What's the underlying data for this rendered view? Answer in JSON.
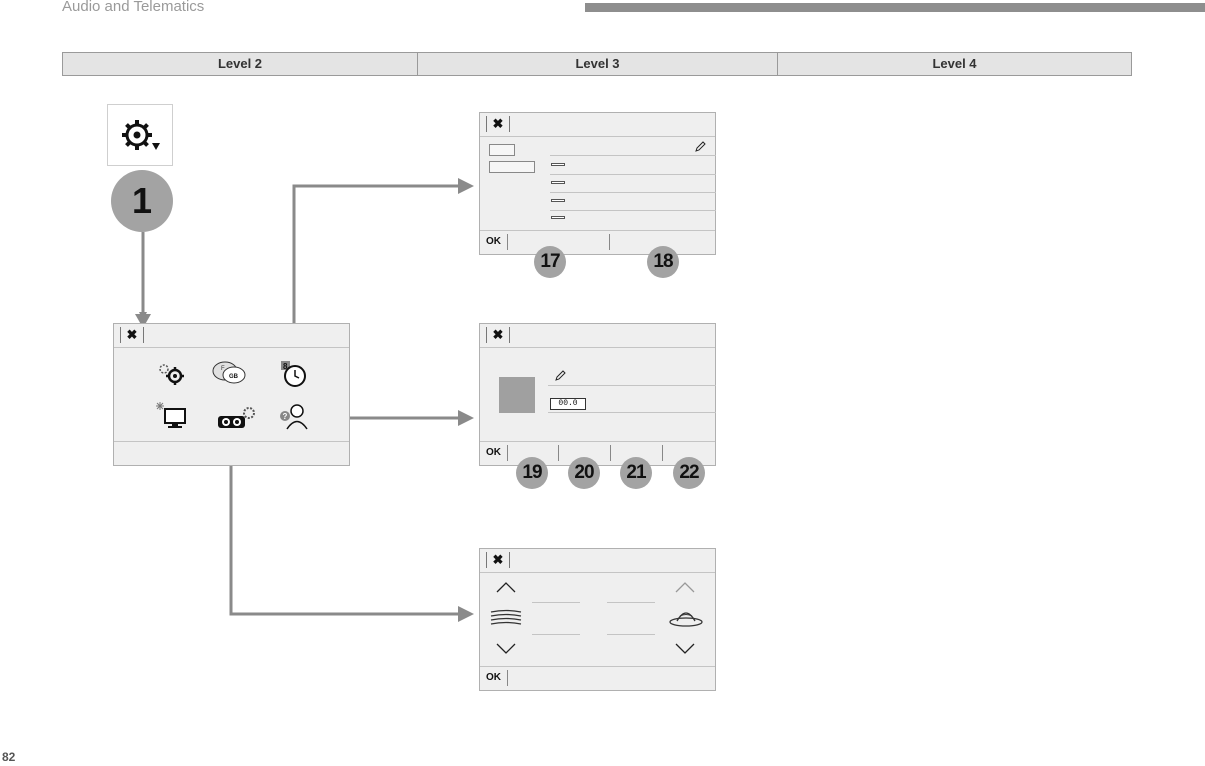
{
  "header": {
    "section_title": "Audio and Telematics"
  },
  "levels": [
    "Level 2",
    "Level 3",
    "Level 4"
  ],
  "step_badge": "1",
  "common": {
    "close_symbol": "✖",
    "ok_label": "OK"
  },
  "icons": {
    "level1": "settings-gear-dropdown-icon",
    "menu": [
      "settings-gears-icon",
      "language-flag-bubble-icon",
      "clock-icon",
      "display-brightness-icon",
      "audio-settings-icon",
      "user-profile-icon"
    ],
    "flag_bubble_text": [
      "F",
      "GB"
    ],
    "clock_tag": "8",
    "user_tag": "?"
  },
  "panel_top": {
    "callouts": [
      "17",
      "18"
    ]
  },
  "panel_middle": {
    "field_value": "00.0",
    "callouts": [
      "19",
      "20",
      "21",
      "22"
    ]
  },
  "panel_bottom": {
    "icons": [
      "arrow-up-icon",
      "sound-waves-icon",
      "arrow-down-icon",
      "arrow-up-icon",
      "sound-dome-icon",
      "arrow-down-icon"
    ]
  },
  "colors": {
    "badge": "#a3a3a3",
    "arrow": "#8a8a8a",
    "panel": "#efefef",
    "top_bar": "#8e8e8e"
  },
  "page_number": "82"
}
